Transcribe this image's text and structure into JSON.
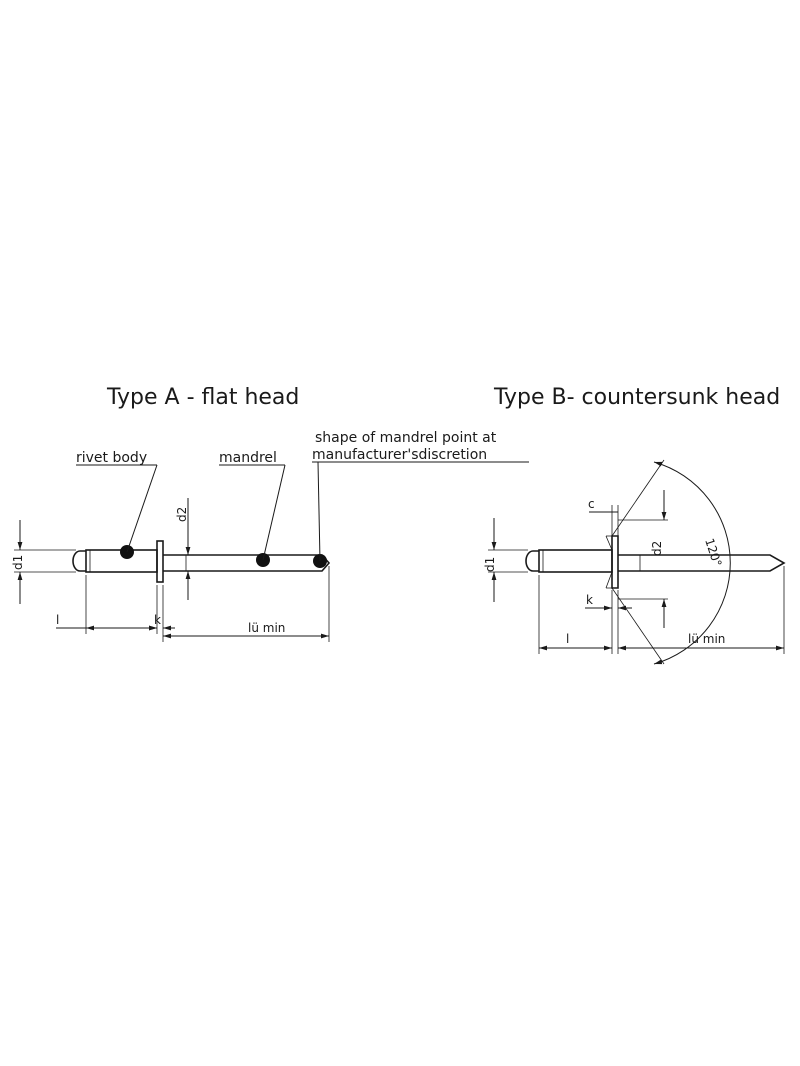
{
  "type_a": {
    "title": "Type A - flat head",
    "callouts": {
      "rivet_body": "rivet body",
      "mandrel": "mandrel",
      "point_line1": "shape of mandrel point at",
      "point_line2": "manufacturer'sdiscretion"
    },
    "dims": {
      "d1": "d1",
      "d2": "d2",
      "l": "l",
      "k": "k",
      "lu_min": "lü min"
    }
  },
  "type_b": {
    "title": "Type B- countersunk head",
    "dims": {
      "c": "c",
      "d1": "d1",
      "d2": "d2",
      "k": "k",
      "l": "l",
      "lu_min": "lü min",
      "angle": "120°"
    }
  }
}
